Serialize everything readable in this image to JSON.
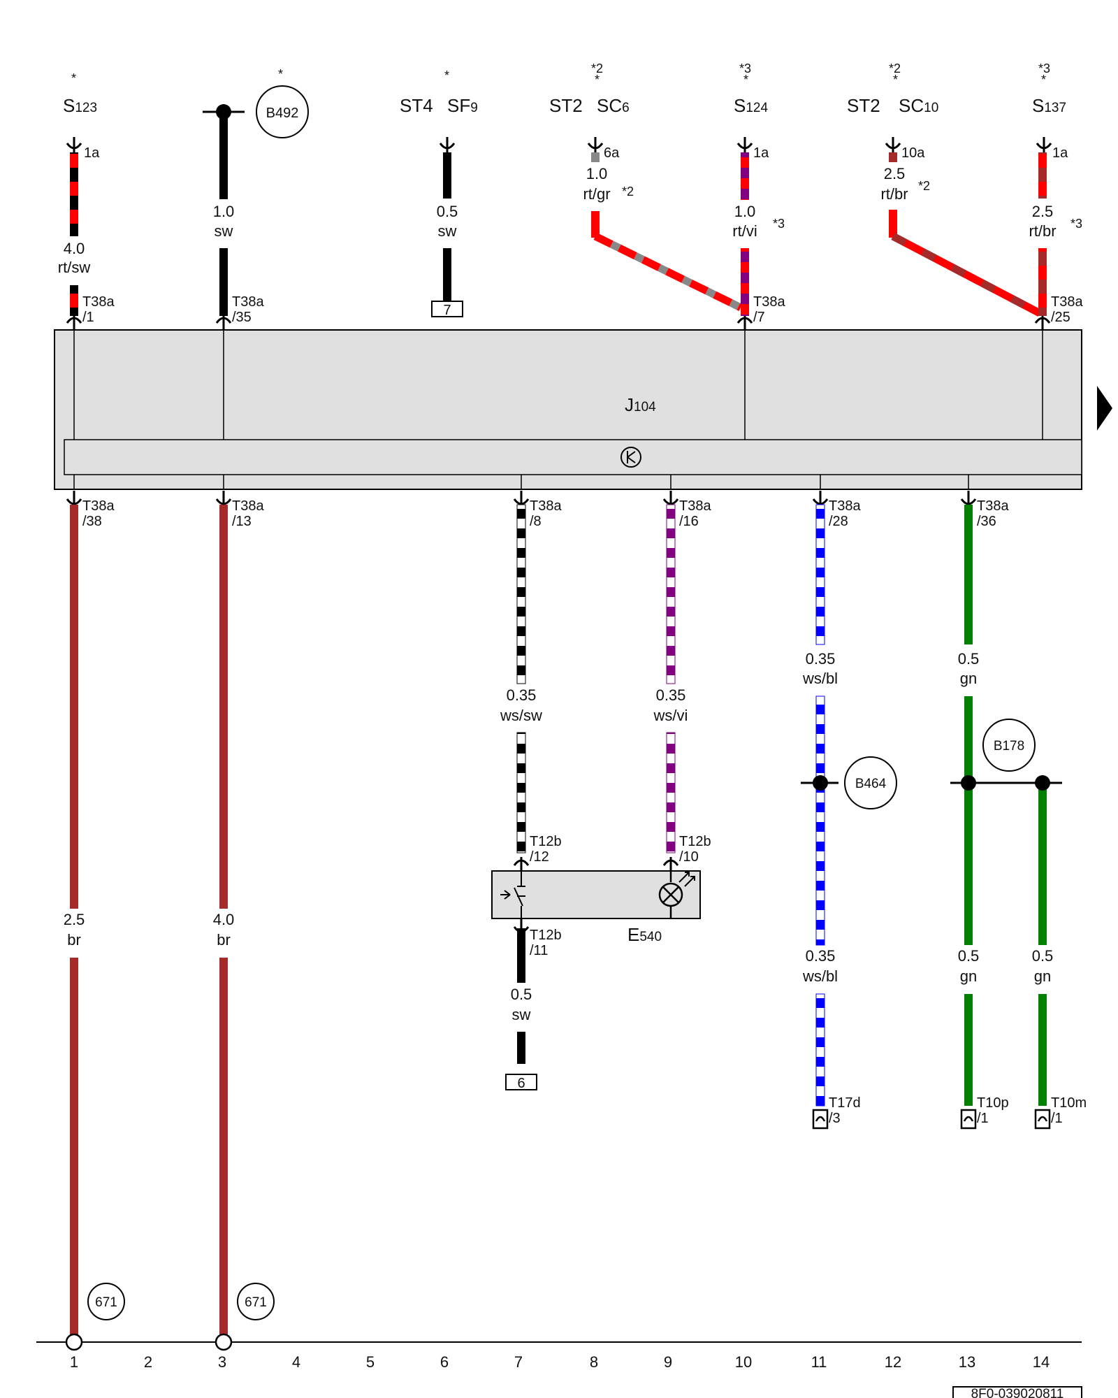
{
  "footer_code": "8F0-039020811",
  "module": {
    "label": "J",
    "sub": "104"
  },
  "switch_box": {
    "label": "E",
    "sub": "540"
  },
  "column_numbers": [
    "1",
    "2",
    "3",
    "4",
    "5",
    "6",
    "7",
    "8",
    "9",
    "10",
    "11",
    "12",
    "13",
    "14"
  ],
  "top_components": [
    {
      "main": "S",
      "sub": "123",
      "mark": "*",
      "note": ""
    },
    {
      "main": "B492",
      "mark": "*",
      "note": ""
    },
    {
      "main": "ST4",
      "second": "SF",
      "sub": "9",
      "mark": "*",
      "note": ""
    },
    {
      "main": "ST2",
      "second": "SC",
      "sub": "6",
      "mark": "*",
      "note": "*2"
    },
    {
      "main": "S",
      "sub": "124",
      "mark": "*",
      "note": "*3"
    },
    {
      "main": "ST2",
      "second": "SC",
      "sub": "10",
      "mark": "*",
      "note": "*2"
    },
    {
      "main": "S",
      "sub": "137",
      "mark": "*",
      "note": "*3"
    }
  ],
  "fuse_pins": [
    "1a",
    "6a",
    "1a",
    "10a",
    "1a"
  ],
  "connectors_top": [
    {
      "name": "T38a",
      "pin": "/1"
    },
    {
      "name": "T38a",
      "pin": "/35"
    },
    {
      "name": "T38a",
      "pin": "/7"
    },
    {
      "name": "T38a",
      "pin": "/25"
    }
  ],
  "connectors_bottom": [
    {
      "name": "T38a",
      "pin": "/38"
    },
    {
      "name": "T38a",
      "pin": "/13"
    },
    {
      "name": "T38a",
      "pin": "/8"
    },
    {
      "name": "T38a",
      "pin": "/16"
    },
    {
      "name": "T38a",
      "pin": "/28"
    },
    {
      "name": "T38a",
      "pin": "/36"
    }
  ],
  "connectors_switch": [
    {
      "name": "T12b",
      "pin": "/12"
    },
    {
      "name": "T12b",
      "pin": "/10"
    },
    {
      "name": "T12b",
      "pin": "/11"
    }
  ],
  "connectors_end": [
    {
      "name": "T17d",
      "pin": "/3"
    },
    {
      "name": "T10p",
      "pin": "/1"
    },
    {
      "name": "T10m",
      "pin": "/1"
    }
  ],
  "wire_labels": [
    {
      "size": "4.0",
      "color": "rt/sw",
      "note": ""
    },
    {
      "size": "1.0",
      "color": "sw",
      "note": ""
    },
    {
      "size": "0.5",
      "color": "sw",
      "note": ""
    },
    {
      "size": "1.0",
      "color": "rt/gr",
      "note": "*2"
    },
    {
      "size": "1.0",
      "color": "rt/vi",
      "note": "*3"
    },
    {
      "size": "2.5",
      "color": "rt/br",
      "note": "*2"
    },
    {
      "size": "2.5",
      "color": "rt/br",
      "note": "*3"
    },
    {
      "size": "2.5",
      "color": "br",
      "note": ""
    },
    {
      "size": "4.0",
      "color": "br",
      "note": ""
    },
    {
      "size": "0.35",
      "color": "ws/sw",
      "note": ""
    },
    {
      "size": "0.35",
      "color": "ws/vi",
      "note": ""
    },
    {
      "size": "0.35",
      "color": "ws/bl",
      "note": ""
    },
    {
      "size": "0.5",
      "color": "gn",
      "note": ""
    },
    {
      "size": "0.5",
      "color": "sw",
      "note": ""
    },
    {
      "size": "0.35",
      "color": "ws/bl",
      "note": ""
    },
    {
      "size": "0.5",
      "color": "gn",
      "note": ""
    },
    {
      "size": "0.5",
      "color": "gn",
      "note": ""
    }
  ],
  "junctions": [
    "B464",
    "B178"
  ],
  "ground_refs": [
    "671",
    "671"
  ],
  "continuation_refs": [
    "7",
    "6"
  ],
  "colors": {
    "red": "#ff0000",
    "black": "#000000",
    "brown": "#a52a2a",
    "green": "#008000",
    "blue": "#0000ff",
    "violet": "#800080",
    "grey": "#888888",
    "module_fill": "#e0e0e0"
  }
}
